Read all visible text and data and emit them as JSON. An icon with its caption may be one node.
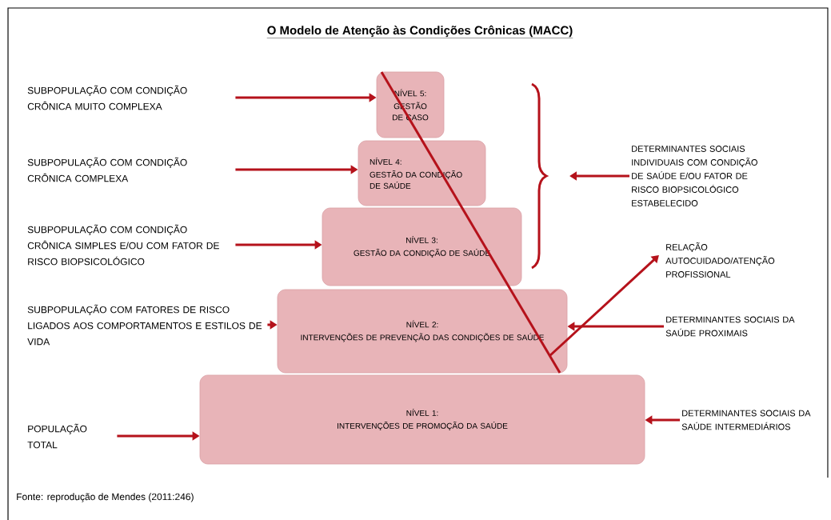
{
  "diagram": {
    "title": "O Modelo de Atenção às Condições Crônicas (MACC)",
    "caption": "Fonte: reprodução de Mendes (2011:246)",
    "nodes": [
      {
        "text": [
          "SUBPOPULAÇÃO COM CONDIÇÃO CRÔNICA MUITO COMPLEXA"
        ]
      },
      {
        "text": [
          "NÍVEL 5:",
          "GESTÃO DE CASO"
        ]
      },
      {
        "text": [
          "SUBPOPULAÇÃO COM CONDIÇÃO CRÔNICA COMPLEXA"
        ]
      },
      {
        "text": [
          "NÍVEL 4:",
          "GESTÃO DA CONDIÇÃO DE SAÚDE"
        ]
      },
      {
        "text": [
          "DETERMINANTES SOCIAIS INDIVIDUAIS COM CONDIÇÃO DE SAÚDE E/OU FATOR DE RISCO BIOPSICOLÓGICO ESTABELECIDO"
        ]
      },
      {
        "text": [
          "SUBPOPULAÇÃO COM CONDIÇÃO CRÔNICA SIMPLES E/OU COM FATOR DE RISCO BIOPSICOLÓGICO"
        ]
      },
      {
        "text": [
          "NÍVEL 3:",
          "GESTÃO DA CONDIÇÃO DE SAÚDE"
        ]
      },
      {
        "text": [
          "RELAÇÃO AUTOCUIDADO/ATENÇÃO PROFISSIONAL"
        ]
      },
      {
        "text": [
          "SUBPOPULAÇÃO COM FATORES DE RISCO LIGADOS AOS COMPORTAMENTOS E ESTILOS DE VIDA"
        ]
      },
      {
        "text": [
          "NÍVEL 2:",
          "INTERVENÇÕES DE PREVENÇÃO DAS CONDIÇÕES DE SAÚDE"
        ]
      },
      {
        "text": [
          "DETERMINANTES SOCIAIS DA SAÚDE PROXIMAIS"
        ]
      },
      {
        "text": [
          "POPULAÇÃO TOTAL"
        ]
      },
      {
        "text": [
          "NÍVEL 1:",
          "INTERVENÇÕES DE PROMOÇÃO DA SAÚDE"
        ]
      },
      {
        "text": [
          "DETERMINANTES SOCIAIS DA SAÚDE INTERMEDIÁRIOS"
        ]
      }
    ],
    "edges": [
      {
        "from": 0,
        "to": 1,
        "arrow": "to"
      },
      {
        "from": 2,
        "to": 3,
        "arrow": "to"
      },
      {
        "from": 5,
        "to": 6,
        "arrow": "to"
      },
      {
        "from": 8,
        "to": 9,
        "arrow": "to"
      },
      {
        "from": 11,
        "to": 12,
        "arrow": "to"
      },
      {
        "from": 4,
        "to": null,
        "arrow": "to"
      },
      {
        "from": 9,
        "to": 7,
        "arrow": "to"
      },
      {
        "from": 10,
        "to": 9,
        "arrow": "to"
      },
      {
        "from": 13,
        "to": 12,
        "arrow": "to"
      }
    ]
  }
}
